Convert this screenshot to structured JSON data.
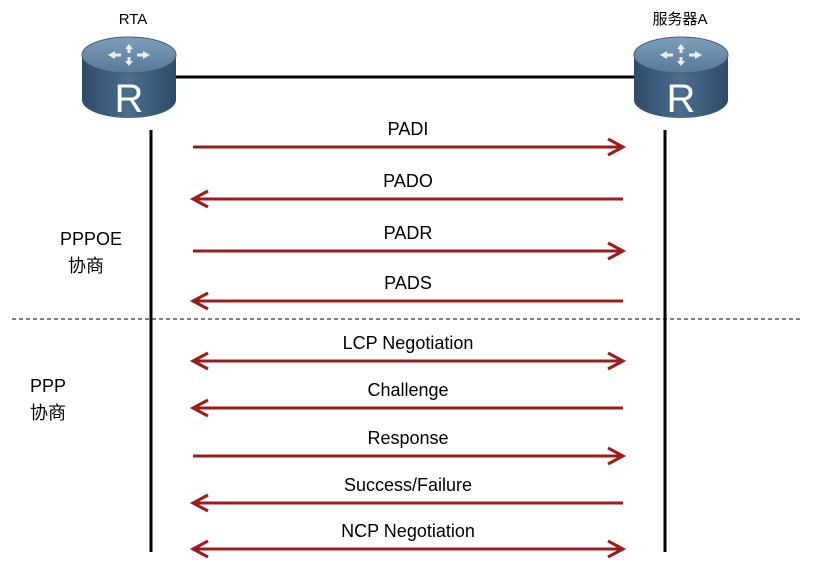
{
  "nodes": {
    "left": {
      "name": "RTA",
      "icon": "router-icon",
      "glyph": "R"
    },
    "right": {
      "name": "服务器A",
      "icon": "router-icon",
      "glyph": "R"
    }
  },
  "phases": [
    {
      "line1": "PPPOE",
      "line2": "协商"
    },
    {
      "line1": "PPP",
      "line2": "协商"
    }
  ],
  "messages": [
    {
      "label": "PADI",
      "direction": "right"
    },
    {
      "label": "PADO",
      "direction": "left"
    },
    {
      "label": "PADR",
      "direction": "right"
    },
    {
      "label": "PADS",
      "direction": "left"
    },
    {
      "label": "LCP Negotiation",
      "direction": "both"
    },
    {
      "label": "Challenge",
      "direction": "left"
    },
    {
      "label": "Response",
      "direction": "right"
    },
    {
      "label": "Success/Failure",
      "direction": "left"
    },
    {
      "label": "NCP Negotiation",
      "direction": "both"
    }
  ],
  "colors": {
    "arrow": "#9b1c1c",
    "router_top": "#5f7f9e",
    "router_side": "#3e5d7d",
    "lifeline": "#000000"
  }
}
